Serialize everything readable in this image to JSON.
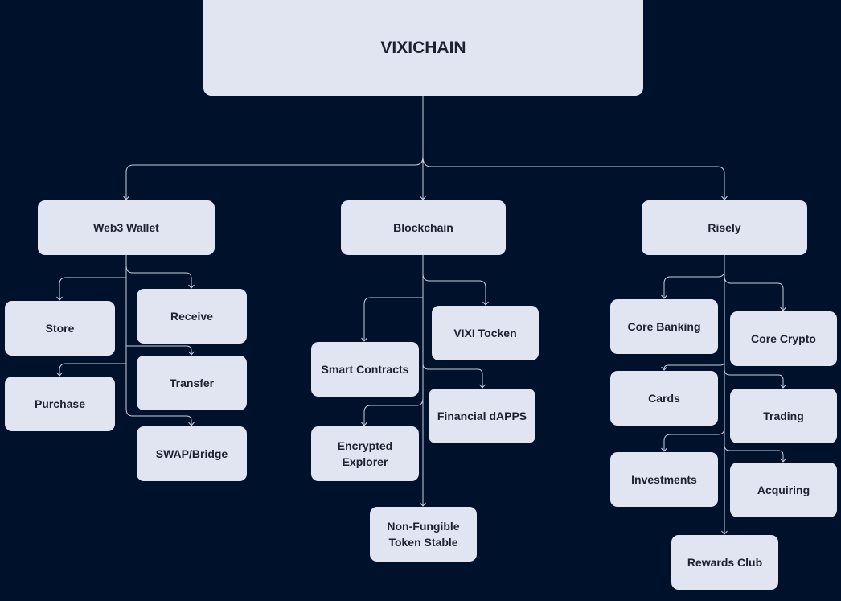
{
  "diagram": {
    "root": {
      "id": "vixichain",
      "label": "VIXICHAIN"
    },
    "groups": [
      {
        "id": "web3-wallet",
        "label": "Web3 Wallet",
        "children": [
          {
            "id": "store",
            "label": "Store"
          },
          {
            "id": "receive",
            "label": "Receive"
          },
          {
            "id": "purchase",
            "label": "Purchase"
          },
          {
            "id": "transfer",
            "label": "Transfer"
          },
          {
            "id": "swap-bridge",
            "label": "SWAP/Bridge"
          }
        ]
      },
      {
        "id": "blockchain",
        "label": "Blockchain",
        "children": [
          {
            "id": "vixi-tocken",
            "label": "VIXI Tocken"
          },
          {
            "id": "smart-contracts",
            "label": "Smart Contracts"
          },
          {
            "id": "financial-dapps",
            "label": "Financial dAPPS"
          },
          {
            "id": "encrypted-explorer",
            "label": "Encrypted Explorer"
          },
          {
            "id": "nft-stable",
            "label": "Non-Fungible Token Stable"
          }
        ]
      },
      {
        "id": "risely",
        "label": "Risely",
        "children": [
          {
            "id": "core-banking",
            "label": "Core Banking"
          },
          {
            "id": "core-crypto",
            "label": "Core Crypto"
          },
          {
            "id": "cards",
            "label": "Cards"
          },
          {
            "id": "trading",
            "label": "Trading"
          },
          {
            "id": "investments",
            "label": "Investments"
          },
          {
            "id": "acquiring",
            "label": "Acquiring"
          },
          {
            "id": "rewards-club",
            "label": "Rewards Club"
          }
        ]
      }
    ]
  },
  "colors": {
    "background": "#00112b",
    "node": "#e1e5f2",
    "text": "#1c2230",
    "line": "#c9cfdd"
  }
}
